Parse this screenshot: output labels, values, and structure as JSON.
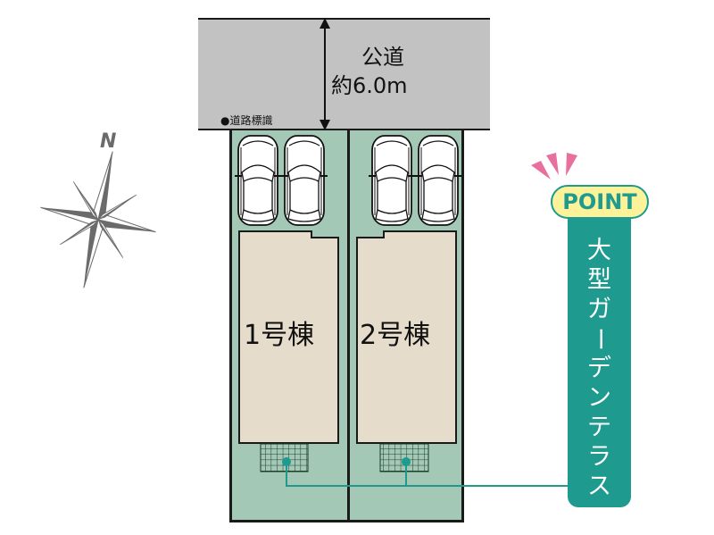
{
  "road": {
    "name": "公道",
    "width_label": "約6.0m",
    "sign_label": "●道路標識",
    "color": "#c2c2c2"
  },
  "compass": {
    "north_label": "N",
    "color": "#6b6b6b"
  },
  "lots": [
    {
      "house_label": "1号棟",
      "parking_spaces": 2
    },
    {
      "house_label": "2号棟",
      "parking_spaces": 2
    }
  ],
  "point": {
    "badge_label": "POINT",
    "feature_chars": [
      "大",
      "型",
      "ガ",
      "ー",
      "デ",
      "ン",
      "テ",
      "ラ",
      "ス"
    ],
    "feature_text": "大型ガーデンテラス",
    "badge_bg": "#fbf29a",
    "accent": "#1e9a8f",
    "spark_color": "#e8709f"
  },
  "colors": {
    "lot": "#a3c9b6",
    "house": "#e6dccb",
    "outline": "#1a1a1a"
  }
}
